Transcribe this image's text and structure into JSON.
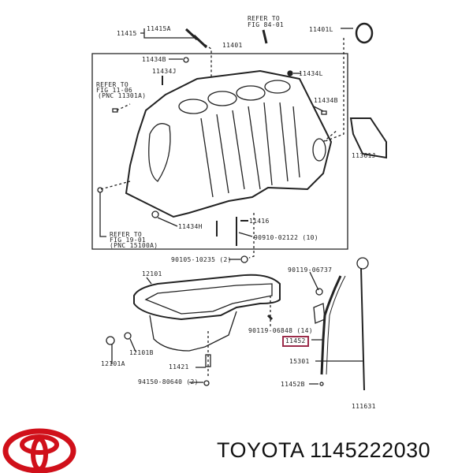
{
  "diagram": {
    "labels": {
      "l11415": "11415",
      "l11415A": "11415A",
      "ref84a": "REFER TO",
      "ref84b": "FIG 84-01",
      "l11401L": "11401L",
      "l11401": "11401",
      "l11434B_top": "11434B",
      "l11434J": "11434J",
      "l11434L": "11434L",
      "ref11a": "REFER TO",
      "ref11b": "FIG 11-06",
      "ref11c": "(PNC 11301A)",
      "l11434B_right": "11434B",
      "l11361J": "11361J",
      "l11434H": "11434H",
      "l11416": "11416",
      "l90910": "90910-02122 (10)",
      "ref19a": "REFER TO",
      "ref19b": "FIG 19-01",
      "ref19c": "(PNC 15100A)",
      "l90105": "90105-10235 (2)",
      "l90119a": "90119-06737",
      "l12101": "12101",
      "l12101B": "12101B",
      "l12101A": "12101A",
      "l90119b": "90119-06848 (14)",
      "l11452": "11452",
      "l15301": "15301",
      "l11421": "11421",
      "l94150": "94150-80640 (2)",
      "l11452B": "11452B",
      "l111631": "111631"
    },
    "highlighted_part": "11452",
    "highlight_color": "#9b2c4a"
  },
  "brand": {
    "logo": "toyota-logo",
    "logo_color": "#d0101a",
    "caption": "TOYOTA 1145222030"
  }
}
